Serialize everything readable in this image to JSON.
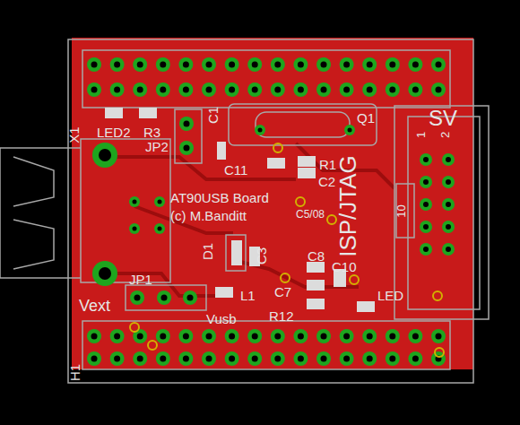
{
  "diagram": {
    "labels": [
      "X1",
      "LED2",
      "R3",
      "JP2",
      "C1",
      "Q1",
      "SV",
      "1",
      "2",
      "C11",
      "R1",
      "C2",
      "AT90USB Board",
      "(c) M.Banditt",
      "C5/08",
      "ISP/JTAG",
      "10",
      "D1",
      "C3",
      "C8",
      "C10",
      "C7",
      "LED",
      "L1",
      "JP1",
      "Vext",
      "Vusb",
      "R12",
      "H1"
    ]
  }
}
